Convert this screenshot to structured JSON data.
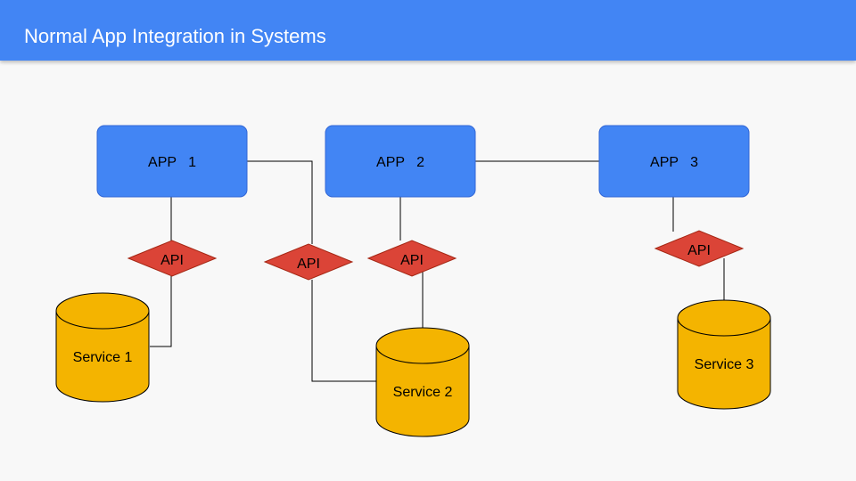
{
  "header": {
    "title": "Normal App Integration in Systems"
  },
  "colors": {
    "header": "#4285f4",
    "app_fill": "#4285f4",
    "api_fill": "#db4437",
    "service_fill": "#f4b400",
    "background": "#f8f8f8"
  },
  "apps": [
    {
      "label": "APP   1"
    },
    {
      "label": "APP   2"
    },
    {
      "label": "APP   3"
    }
  ],
  "apis": [
    {
      "label": "API"
    },
    {
      "label": "API"
    },
    {
      "label": "API"
    },
    {
      "label": "API"
    }
  ],
  "services": [
    {
      "label": "Service 1"
    },
    {
      "label": "Service 2"
    },
    {
      "label": "Service 3"
    }
  ]
}
